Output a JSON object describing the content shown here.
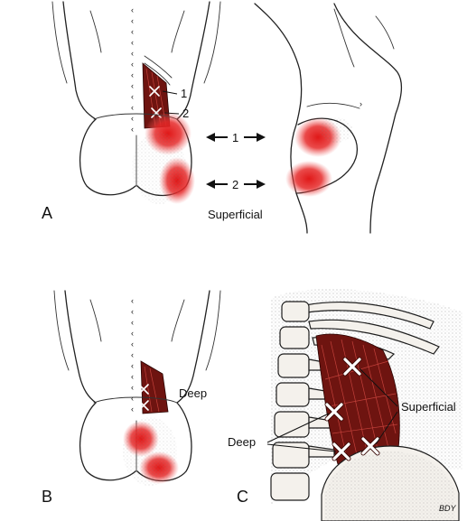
{
  "figure": {
    "panel_letters": {
      "a": "A",
      "b": "B",
      "c": "C"
    },
    "panel_a": {
      "label_1": "1",
      "label_2": "2",
      "arrow_label_1": "1",
      "arrow_label_2": "2",
      "caption": "Superficial"
    },
    "panel_b": {
      "caption": "Deep"
    },
    "panel_c": {
      "label_superficial": "Superficial",
      "label_deep": "Deep",
      "signature": "BDY"
    },
    "colors": {
      "muscle": "#6e1410",
      "referred_pain": "#e01818",
      "marker": "#ffffff",
      "outline": "#222222"
    }
  }
}
